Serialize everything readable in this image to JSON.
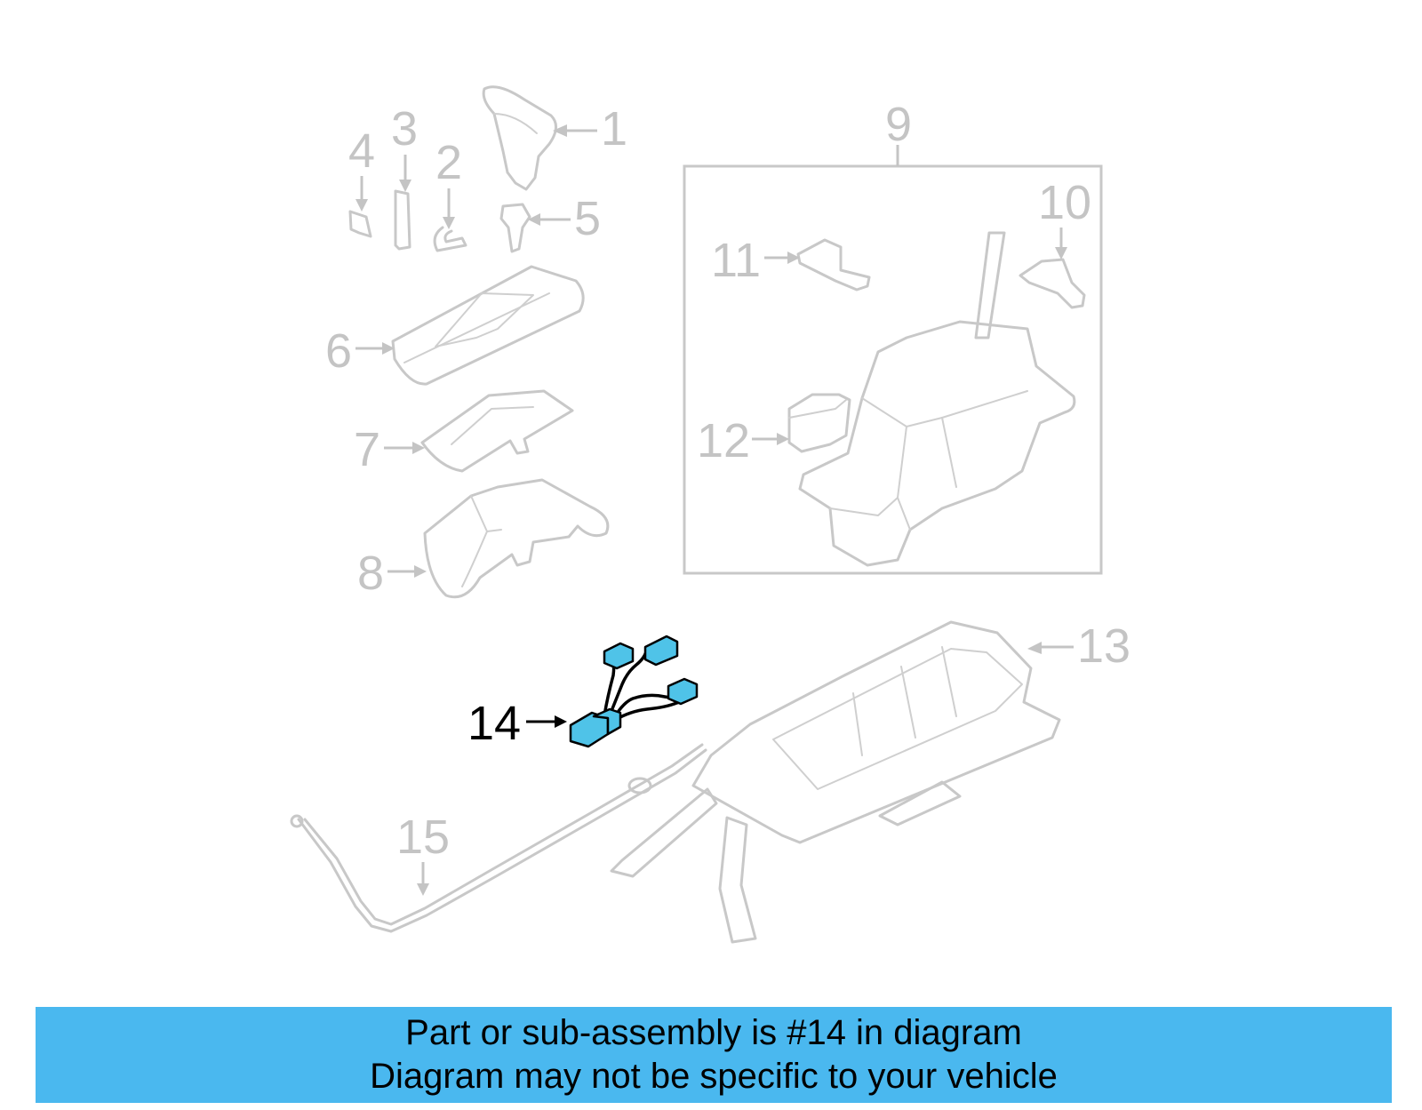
{
  "diagram": {
    "callouts": {
      "c1": "1",
      "c2": "2",
      "c3": "3",
      "c4": "4",
      "c5": "5",
      "c6": "6",
      "c7": "7",
      "c8": "8",
      "c9": "9",
      "c10": "10",
      "c11": "11",
      "c12": "12",
      "c13": "13",
      "c14": "14",
      "c15": "15"
    },
    "highlighted_part": "14",
    "colors": {
      "highlight": "#4fc3e8",
      "banner": "#4ab8ef",
      "line_art": "#c8c8c8"
    }
  },
  "banner": {
    "line1": "Part or sub-assembly is #14 in diagram",
    "line2": "Diagram may not be specific to your vehicle"
  }
}
